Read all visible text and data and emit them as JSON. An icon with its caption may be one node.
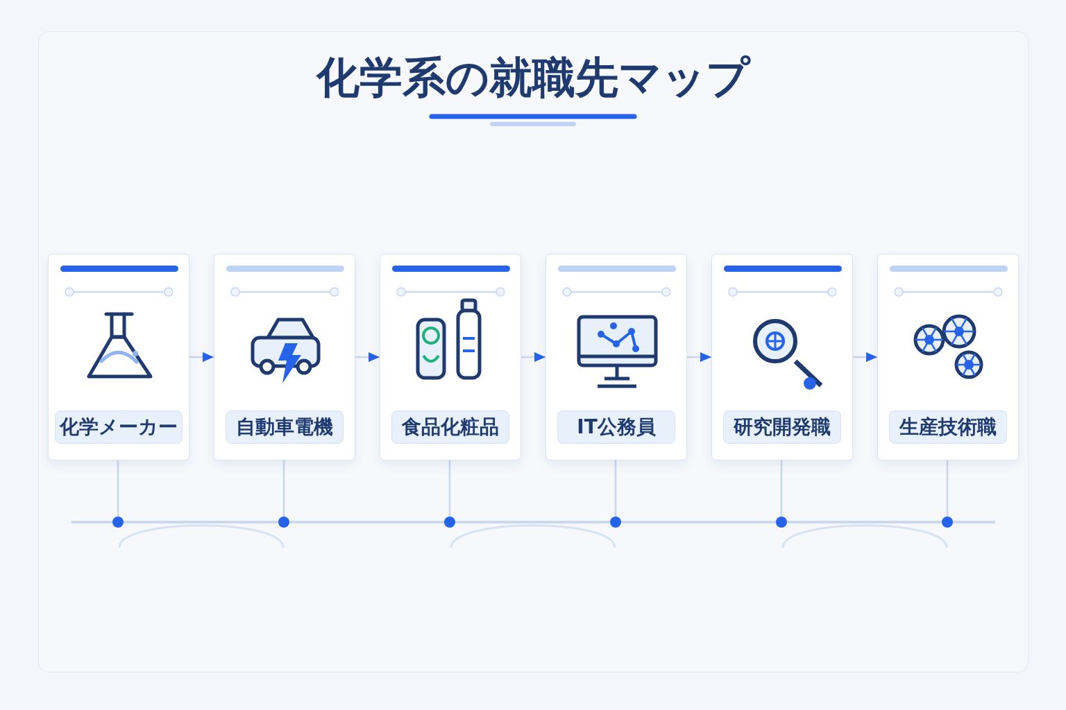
{
  "diagram": {
    "title": "化学系の就職先マップ",
    "nodes": [
      {
        "text": [
          "化学メーカー"
        ]
      },
      {
        "text": [
          "自動車電機"
        ]
      },
      {
        "text": [
          "食品化粧品"
        ]
      },
      {
        "text": [
          "IT公務員"
        ]
      },
      {
        "text": [
          "研究開発職"
        ]
      },
      {
        "text": [
          "生産技術職"
        ]
      },
      {
        "text": [],
        "shape": "circle"
      },
      {
        "text": [],
        "shape": "circle"
      },
      {
        "text": [],
        "shape": "circle"
      },
      {
        "text": [],
        "shape": "circle"
      },
      {
        "text": [],
        "shape": "circle"
      },
      {
        "text": [],
        "shape": "circle"
      }
    ],
    "edges": [
      {
        "from": 0,
        "to": 1,
        "arrow": "to"
      },
      {
        "from": 1,
        "to": 2,
        "arrow": "to"
      },
      {
        "from": 2,
        "to": 3,
        "arrow": "to"
      },
      {
        "from": 3,
        "to": 4,
        "arrow": "to"
      },
      {
        "from": 4,
        "to": 5,
        "arrow": "to"
      },
      {
        "from": 0,
        "to": 6,
        "arrow": "none"
      },
      {
        "from": 1,
        "to": 7,
        "arrow": "none"
      },
      {
        "from": 2,
        "to": 8,
        "arrow": "none"
      },
      {
        "from": 3,
        "to": 9,
        "arrow": "none"
      },
      {
        "from": 4,
        "to": 10,
        "arrow": "none"
      },
      {
        "from": 5,
        "to": 11,
        "arrow": "none"
      }
    ]
  }
}
